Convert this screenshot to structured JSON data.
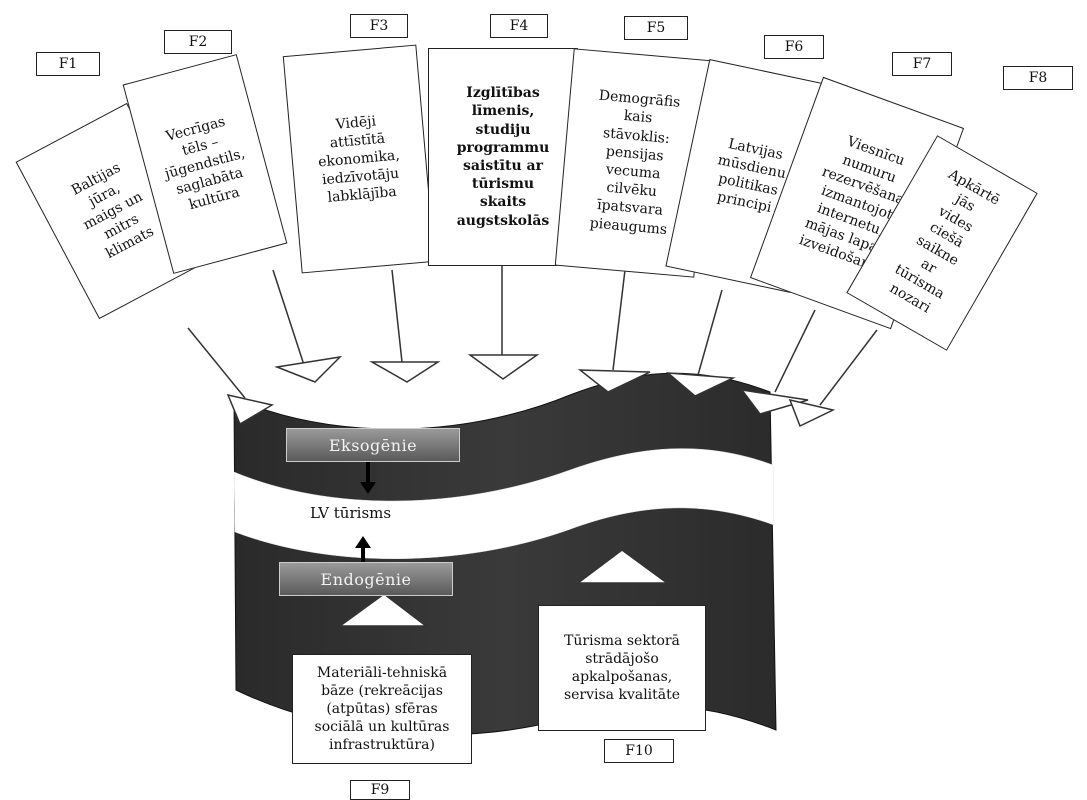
{
  "diagram": {
    "center_label": "LV tūrisms",
    "exogenous_label": "Eksogēnie",
    "endogenous_label": "Endogēnie"
  },
  "factors": {
    "F1": {
      "tag": "F1",
      "text": "Baltijas\njūra,\nmaigs un\nmitrs\nklimats"
    },
    "F2": {
      "tag": "F2",
      "text": "Vecrīgas\ntēls –\njūgendstils,\nsaglabāta\nkultūra"
    },
    "F3": {
      "tag": "F3",
      "text": "Vidēji\nattīstītā\nekonomika,\niedzīvotāju\nlabklājība"
    },
    "F4": {
      "tag": "F4",
      "text": "Izglītības\nlīmenis,\nstudiju\nprogrammu\nsaistītu ar\ntūrismu\nskaits\naugstskolās"
    },
    "F5": {
      "tag": "F5",
      "text": "Demogrāfis\nkais\nstāvoklis:\npensijas\nvecuma\ncilvēku\nīpatsvara\npieaugums"
    },
    "F6": {
      "tag": "F6",
      "text": "Latvijas\nmūsdienu\npolitikas\nprincipi"
    },
    "F7": {
      "tag": "F7",
      "text": "Viesnīcu\nnumuru\nrezervēšana\nizmantojot\ninternetu,\nmājas lapas\nizveidošana"
    },
    "F8": {
      "tag": "F8",
      "text": "Apkārtē\njās\nvides\nciešā\nsaikne\nar\ntūrisma\nnozari"
    },
    "F9": {
      "tag": "F9",
      "text": "Materiāli-tehniskā\nbāze (rekreācijas\n(atpūtas) sfēras\nsociālā un kultūras\ninfrastruktūra)"
    },
    "F10": {
      "tag": "F10",
      "text": "Tūrisma sektorā\nstrādājošo\napkalpošanas,\nservisa kvalitāte"
    }
  }
}
